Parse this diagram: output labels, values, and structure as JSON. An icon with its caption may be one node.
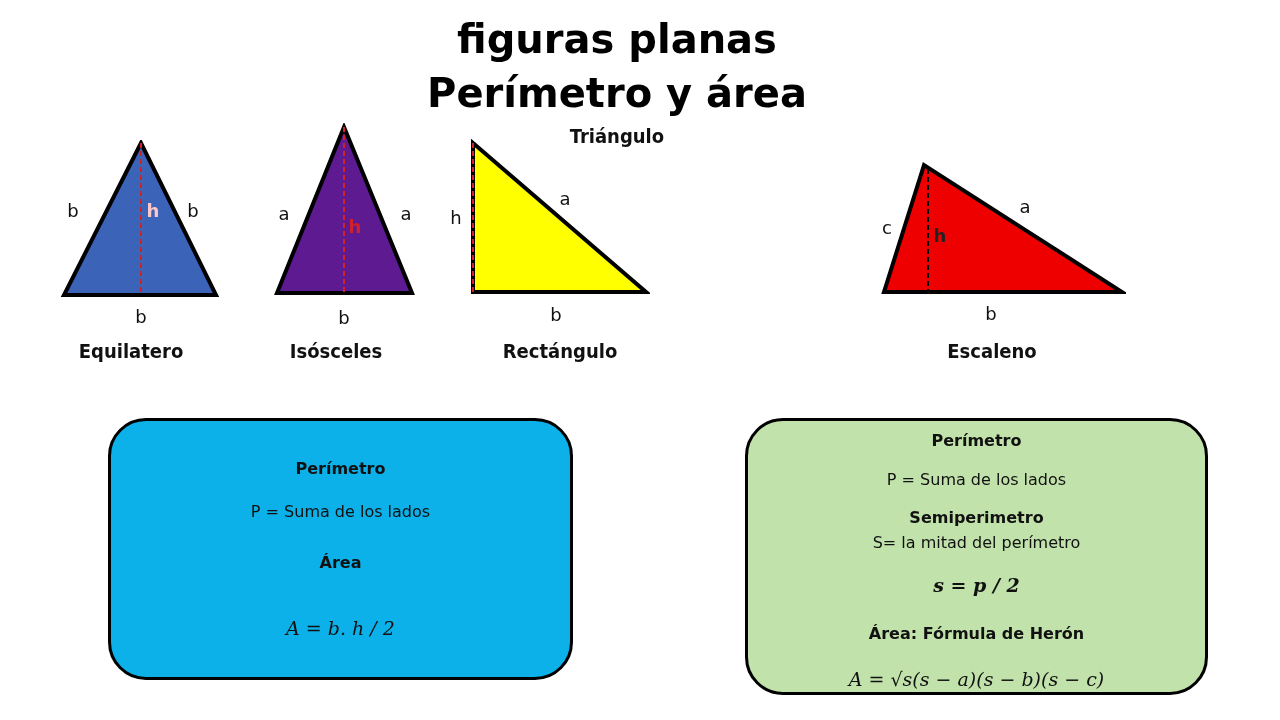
{
  "diagram": {
    "title": "figuras planas Perímetro y área",
    "nodes": [
      {
        "text": [
          "h"
        ],
        "beside": [
          "b",
          "b",
          "b",
          "Equilatero"
        ]
      },
      {
        "text": [
          "h"
        ],
        "beside": [
          "a",
          "a",
          "b",
          "Isósceles"
        ]
      },
      {
        "text": [],
        "shape": "triangle",
        "beside": [
          "h",
          "a",
          "b",
          "Rectángulo"
        ]
      },
      {
        "text": [
          "h"
        ],
        "beside": [
          "c",
          "a",
          "b",
          "Escaleno"
        ]
      },
      {
        "text": [
          "Perímetro",
          "P = Suma de los lados",
          "Área",
          "A = b. h / 2"
        ]
      },
      {
        "text": [
          "Perímetro",
          "P = Suma de los lados",
          "Semiperimetro",
          "S= la mitad del perímetro",
          "s = p / 2",
          "Área: Fórmula de Herón",
          "A = √s(s − a)(s − b)(s − c)"
        ]
      }
    ],
    "labels": [
      "Triángulo"
    ]
  }
}
